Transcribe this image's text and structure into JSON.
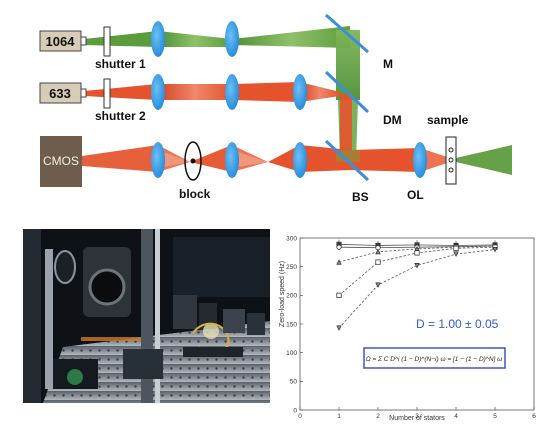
{
  "diagram": {
    "lasers": [
      {
        "label": "1064",
        "color": "#5d9c3c"
      },
      {
        "label": "633",
        "color": "#e4532b"
      }
    ],
    "shutters": [
      "shutter 1",
      "shutter 2"
    ],
    "camera_label": "CMOS",
    "block_label": "block",
    "labels": {
      "mirror": "M",
      "dichroic": "DM",
      "beamsplitter": "BS",
      "objective": "OL",
      "sample": "sample"
    },
    "colors": {
      "ir_beam": "#5d9c3c",
      "red_beam": "#e4532b",
      "lens": "#2f9be3",
      "mirror": "#3a8fd8",
      "laser_box": "#d7cdb7",
      "camera": "#6e5d4d"
    }
  },
  "photo": {
    "description_icon": "optical-setup-photo"
  },
  "chart_data": {
    "type": "line",
    "xlabel": "Number of stators",
    "ylabel": "Zero-load speed (Hz)",
    "xlim": [
      0,
      6
    ],
    "ylim": [
      0,
      300
    ],
    "xticks": [
      0,
      1,
      2,
      3,
      4,
      5,
      6
    ],
    "yticks": [
      0,
      50,
      100,
      150,
      200,
      250,
      300
    ],
    "annotation": "D = 1.00 ± 0.05",
    "formula": "Ω = Σ C D^i (1 − D)^(N−i) ω = [1 − (1 − D)^N] ω",
    "series": [
      {
        "values": [
          [
            1,
            289
          ],
          [
            2,
            287
          ],
          [
            3,
            288
          ],
          [
            4,
            287
          ],
          [
            5,
            288
          ]
        ],
        "marker": "square",
        "style": "solid",
        "error": 8
      },
      {
        "values": [
          [
            1,
            284
          ],
          [
            2,
            283
          ],
          [
            3,
            284
          ],
          [
            4,
            285
          ],
          [
            5,
            286
          ]
        ],
        "marker": "circle",
        "style": "solid",
        "error": 5
      },
      {
        "values": [
          [
            1,
            258
          ],
          [
            2,
            276
          ],
          [
            3,
            281
          ],
          [
            4,
            284
          ],
          [
            5,
            286
          ]
        ],
        "marker": "triangle",
        "style": "dashed",
        "error": 0
      },
      {
        "values": [
          [
            1,
            200
          ],
          [
            2,
            258
          ],
          [
            3,
            274
          ],
          [
            4,
            282
          ],
          [
            5,
            284
          ]
        ],
        "marker": "square-open",
        "style": "dashed",
        "error": 0
      },
      {
        "values": [
          [
            1,
            143
          ],
          [
            2,
            218
          ],
          [
            3,
            252
          ],
          [
            4,
            272
          ],
          [
            5,
            280
          ]
        ],
        "marker": "triangle-down",
        "style": "dashed",
        "error": 0
      }
    ]
  }
}
